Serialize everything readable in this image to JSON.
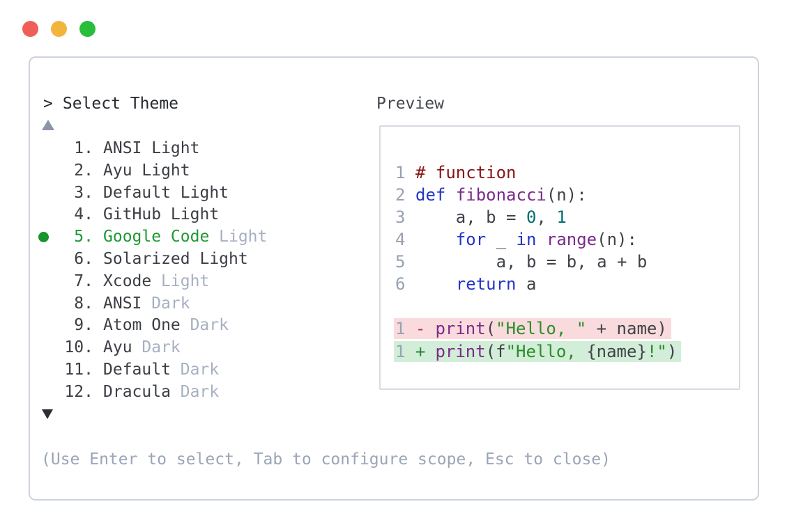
{
  "window": {
    "traffic_lights": [
      {
        "name": "close-button",
        "color": "#f05f57"
      },
      {
        "name": "minimize-button",
        "color": "#f2b43c"
      },
      {
        "name": "zoom-button",
        "color": "#28be3c"
      }
    ]
  },
  "theme_selector": {
    "prompt": ">",
    "title": "Select Theme",
    "icons": {
      "scroll_up": "triangle-up",
      "scroll_down": "triangle-down",
      "selected_bullet": "green-dot"
    },
    "items": [
      {
        "number": "1.",
        "name": "ANSI Light",
        "variant": "",
        "selected": false
      },
      {
        "number": "2.",
        "name": "Ayu Light",
        "variant": "",
        "selected": false
      },
      {
        "number": "3.",
        "name": "Default Light",
        "variant": "",
        "selected": false
      },
      {
        "number": "4.",
        "name": "GitHub Light",
        "variant": "",
        "selected": false
      },
      {
        "number": "5.",
        "name": "Google Code",
        "variant": "Light",
        "selected": true
      },
      {
        "number": "6.",
        "name": "Solarized Light",
        "variant": "",
        "selected": false
      },
      {
        "number": "7.",
        "name": "Xcode",
        "variant": "Light",
        "selected": false
      },
      {
        "number": "8.",
        "name": "ANSI",
        "variant": "Dark",
        "selected": false
      },
      {
        "number": "9.",
        "name": "Atom One",
        "variant": "Dark",
        "selected": false
      },
      {
        "number": "10.",
        "name": "Ayu",
        "variant": "Dark",
        "selected": false
      },
      {
        "number": "11.",
        "name": "Default",
        "variant": "Dark",
        "selected": false
      },
      {
        "number": "12.",
        "name": "Dracula",
        "variant": "Dark",
        "selected": false
      }
    ],
    "hint": "(Use Enter to select, Tab to configure scope, Esc to close)"
  },
  "preview": {
    "label": "Preview",
    "lines": [
      {
        "n": "1",
        "segs": [
          {
            "t": "# function",
            "c": "com"
          }
        ]
      },
      {
        "n": "2",
        "segs": [
          {
            "t": "def",
            "c": "kw"
          },
          {
            "t": " ",
            "c": "pl"
          },
          {
            "t": "fibonacci",
            "c": "fn"
          },
          {
            "t": "(n):",
            "c": "pl"
          }
        ]
      },
      {
        "n": "3",
        "segs": [
          {
            "t": "    a, b = ",
            "c": "pl"
          },
          {
            "t": "0",
            "c": "lit"
          },
          {
            "t": ", ",
            "c": "pl"
          },
          {
            "t": "1",
            "c": "lit"
          }
        ]
      },
      {
        "n": "4",
        "segs": [
          {
            "t": "    ",
            "c": "pl"
          },
          {
            "t": "for",
            "c": "kw"
          },
          {
            "t": " _ ",
            "c": "pl"
          },
          {
            "t": "in",
            "c": "kw"
          },
          {
            "t": " ",
            "c": "pl"
          },
          {
            "t": "range",
            "c": "fn"
          },
          {
            "t": "(n):",
            "c": "pl"
          }
        ]
      },
      {
        "n": "5",
        "segs": [
          {
            "t": "        a, b = b, a + b",
            "c": "pl"
          }
        ]
      },
      {
        "n": "6",
        "segs": [
          {
            "t": "    ",
            "c": "pl"
          },
          {
            "t": "return",
            "c": "kw"
          },
          {
            "t": " a",
            "c": "pl"
          }
        ]
      }
    ],
    "diff_lines": [
      {
        "n": "1",
        "sign": "-",
        "type": "del",
        "segs": [
          {
            "t": "print",
            "c": "fn"
          },
          {
            "t": "(",
            "c": "pl"
          },
          {
            "t": "\"Hello, \"",
            "c": "str"
          },
          {
            "t": " + name)",
            "c": "pl"
          }
        ]
      },
      {
        "n": "1",
        "sign": "+",
        "type": "add",
        "segs": [
          {
            "t": "print",
            "c": "fn"
          },
          {
            "t": "(f",
            "c": "pl"
          },
          {
            "t": "\"Hello, ",
            "c": "str"
          },
          {
            "t": "{name}",
            "c": "pl"
          },
          {
            "t": "!\"",
            "c": "str"
          },
          {
            "t": ")",
            "c": "pl"
          }
        ]
      }
    ]
  },
  "colors": {
    "selected_green": "#1e9932",
    "selected_bullet": "#17942b",
    "dim_text": "#a7b0c2",
    "hint_text": "#9ba5b8",
    "panel_border": "#ccd3de",
    "diff_del_bg": "#fadbdd",
    "diff_add_bg": "#d2edd8",
    "diff_del_sign": "#bf2e3e",
    "diff_add_sign": "#238737",
    "code_comment": "#861616",
    "code_keyword": "#2335c8",
    "code_function": "#7b2a8b",
    "code_literal": "#006e6e",
    "code_string": "#2a8d2a"
  }
}
